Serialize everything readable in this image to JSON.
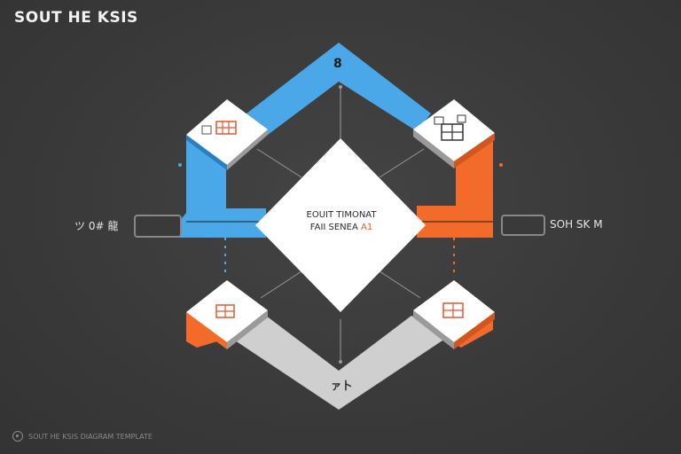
{
  "diagram": {
    "title": "SOUT HE KSIS",
    "left_label": "ツ 0# 龍",
    "right_label": "SOH SK M",
    "center_line_1": "EOUIT TIMONAT",
    "center_line_2": "FAII SENEA",
    "center_accent": "A1",
    "top_number": "8",
    "bottom_number": "ァ卜",
    "footer_text": "SOUT HE KSIS DIAGRAM TEMPLATE"
  },
  "colors": {
    "background": "#3a3a3a",
    "blue": "#4aa8e8",
    "orange": "#f26b2a",
    "gray": "#cfcfcf",
    "white": "#ffffff",
    "red_icon": "#e4572e"
  },
  "icons": {
    "card_glyph": "grid-icon",
    "footer": "logo-icon"
  }
}
